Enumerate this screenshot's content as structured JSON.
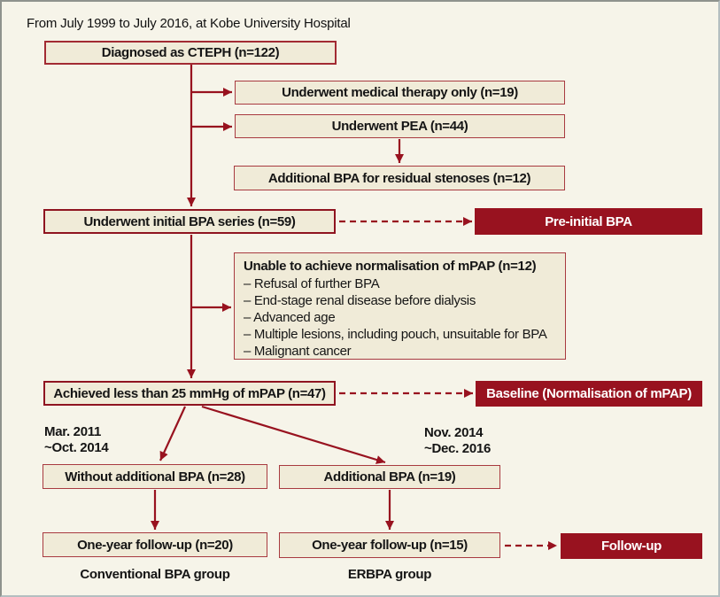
{
  "header": {
    "caption": "From July 1999 to July 2016, at Kobe University Hospital"
  },
  "colors": {
    "background": "#f6f4e9",
    "box_fill": "#f0ebd8",
    "box_border": "#a83a40",
    "dark_red": "#98121f",
    "text": "#151515"
  },
  "flow": {
    "diagnosed": "Diagnosed as CTEPH (n=122)",
    "medical_therapy": "Underwent medical therapy only (n=19)",
    "pea": "Underwent PEA (n=44)",
    "residual_bpa": "Additional BPA for residual stenoses (n=12)",
    "initial_series": "Underwent initial BPA series (n=59)",
    "unable": {
      "title": "Unable to achieve normalisation of mPAP (n=12)",
      "items": [
        "– Refusal of further BPA",
        "– End-stage renal disease before dialysis",
        "– Advanced age",
        "– Multiple lesions, including pouch, unsuitable for BPA",
        "– Malignant cancer"
      ]
    },
    "achieved": "Achieved less than 25 mmHg of mPAP (n=47)",
    "without_additional": "Without additional BPA (n=28)",
    "additional": "Additional BPA (n=19)",
    "oneyear_conventional": "One-year follow-up (n=20)",
    "oneyear_erbpa": "One-year follow-up (n=15)"
  },
  "milestones": {
    "pre_initial": "Pre-initial BPA",
    "baseline": "Baseline (Normalisation of mPAP)",
    "followup": "Follow-up"
  },
  "annotations": {
    "left_period_line1": "Mar. 2011",
    "left_period_line2": "~Oct. 2014",
    "right_period_line1": "Nov. 2014",
    "right_period_line2": "~Dec. 2016",
    "left_group": "Conventional BPA group",
    "right_group": "ERBPA group"
  }
}
